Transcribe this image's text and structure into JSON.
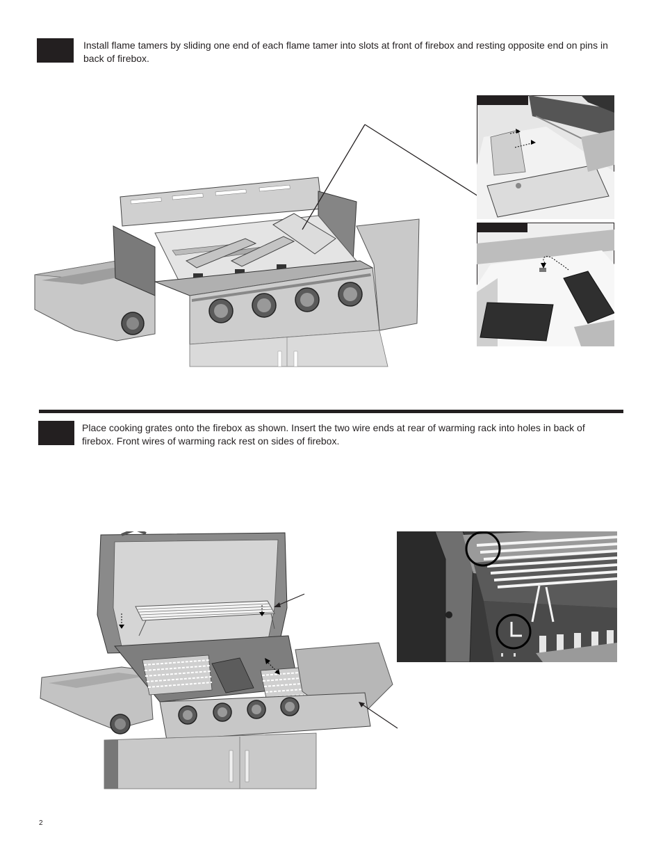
{
  "steps": [
    {
      "text": "Install flame tamers by sliding one end of each flame tamer into slots at front of firebox and resting opposite end on pins in back of firebox."
    },
    {
      "text": "Place cooking grates onto the firebox as shown. Insert the two wire ends at rear of warming rack into holes in back of firebox. Front wires of warming rack rest on sides of firebox."
    }
  ],
  "page_number": "2"
}
